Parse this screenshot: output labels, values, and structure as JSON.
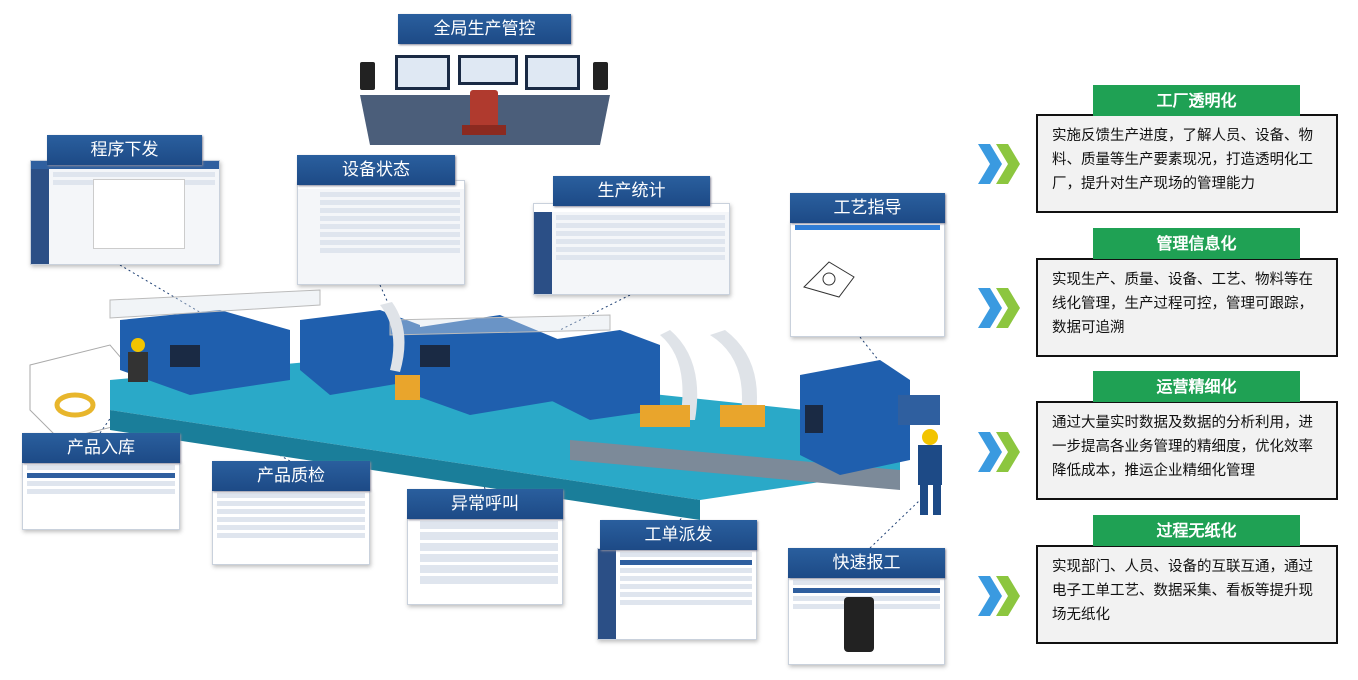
{
  "labels": {
    "global": "全局生产管控",
    "program": "程序下发",
    "equipment": "设备状态",
    "stats": "生产统计",
    "process": "工艺指导",
    "warehouse": "产品入库",
    "quality": "产品质检",
    "alarm": "异常呼叫",
    "dispatch": "工单派发",
    "report": "快速报工"
  },
  "benefits": [
    {
      "title": "工厂透明化",
      "text": "实施反馈生产进度，了解人员、设备、物料、质量等生产要素现况，打造透明化工厂，提升对生产现场的管理能力"
    },
    {
      "title": "管理信息化",
      "text": "实现生产、质量、设备、工艺、物料等在线化管理，生产过程可控，管理可跟踪，数据可追溯"
    },
    {
      "title": "运营精细化",
      "text": "通过大量实时数据及数据的分析利用，进一步提高各业务管理的精细度，优化效率降低成本，推运企业精细化管理"
    },
    {
      "title": "过程无纸化",
      "text": "实现部门、人员、设备的互联互通，通过电子工单工艺、数据采集、看板等提升现场无纸化"
    }
  ],
  "colors": {
    "label_bg": "#1d4a86",
    "benefit_header": "#1fa154",
    "chevron_blue": "#3a9ae0",
    "chevron_green": "#8cc63f"
  }
}
